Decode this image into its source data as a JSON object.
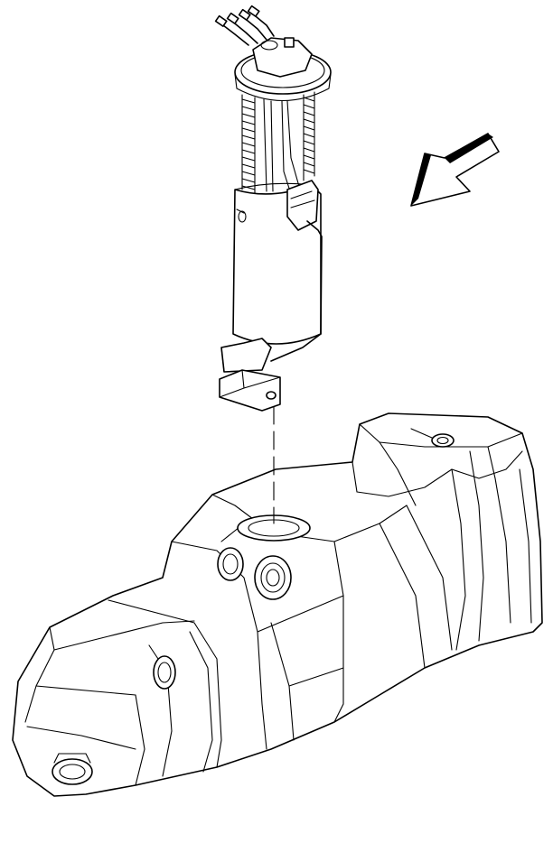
{
  "diagram": {
    "components": [
      {
        "id": "fuel-sender-assembly",
        "icon": "fuel-pump-module-icon"
      },
      {
        "id": "fuel-tank",
        "icon": "fuel-tank-icon"
      },
      {
        "id": "installation-arrow",
        "icon": "arrow-left-down-icon"
      }
    ],
    "colors": {
      "line": "#000000",
      "background": "#ffffff",
      "arrow_fill": "#000000"
    }
  }
}
